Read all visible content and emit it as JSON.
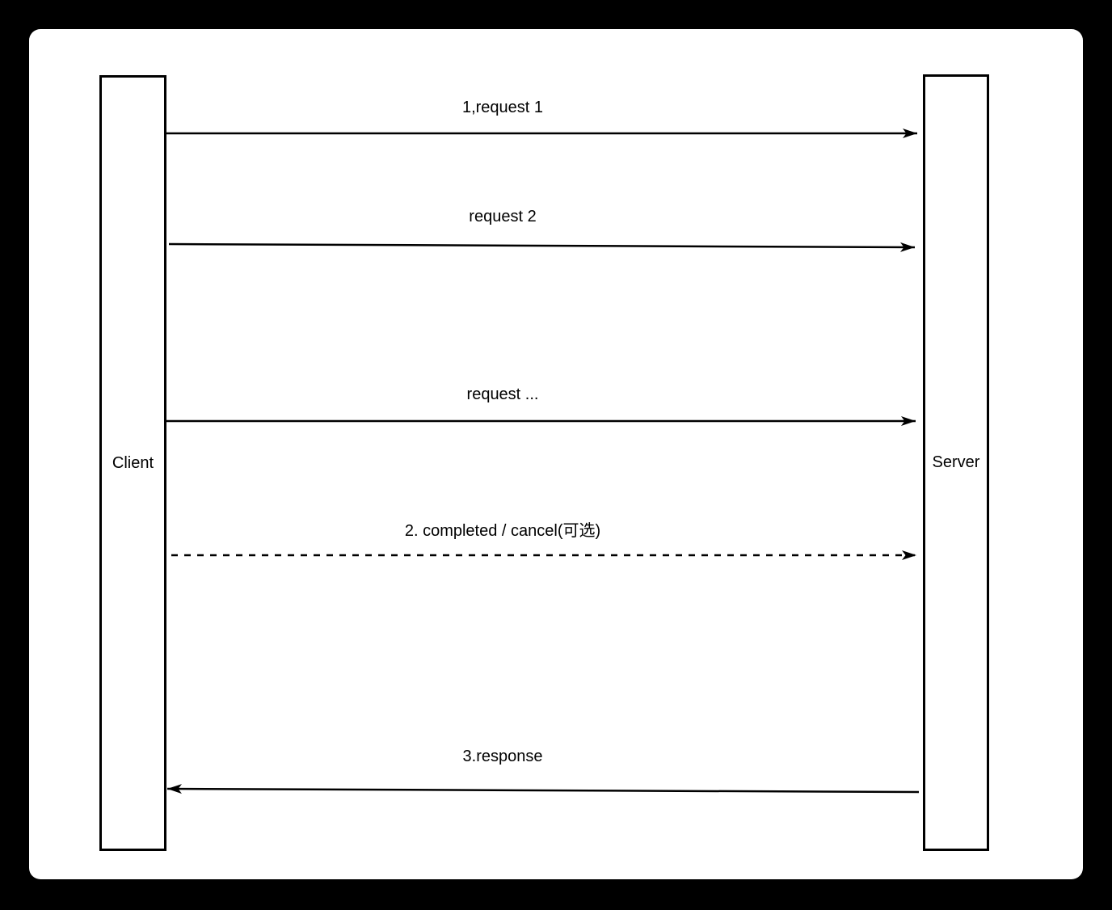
{
  "diagram": {
    "title": "client-server sequence diagram",
    "client": {
      "label": "Client"
    },
    "server": {
      "label": "Server"
    },
    "messages": [
      {
        "label": "1,request 1",
        "style": "solid",
        "direction": "client-to-server"
      },
      {
        "label": "request 2",
        "style": "solid",
        "direction": "client-to-server"
      },
      {
        "label": "request ...",
        "style": "solid",
        "direction": "client-to-server"
      },
      {
        "label": "2. completed / cancel(可选)",
        "style": "dashed",
        "direction": "client-to-server"
      },
      {
        "label": "3.response",
        "style": "solid",
        "direction": "server-to-client"
      }
    ],
    "colors": {
      "background": "#000000",
      "canvas": "#ffffff",
      "line": "#000000",
      "text": "#000000"
    }
  }
}
